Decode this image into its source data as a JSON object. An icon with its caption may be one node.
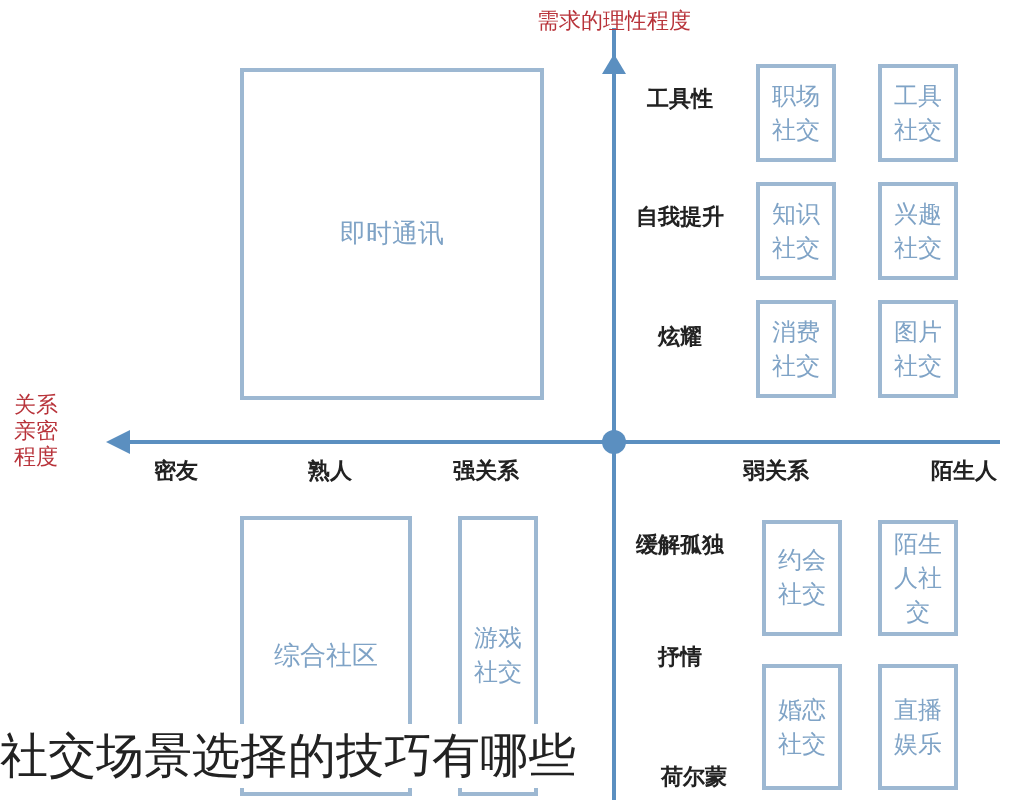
{
  "diagram": {
    "caption": "社交场景选择的技巧有哪些",
    "nodes": [
      {
        "text": [
          "即时通讯"
        ]
      },
      {
        "text": [
          "职场社交"
        ]
      },
      {
        "text": [
          "工具社交"
        ]
      },
      {
        "text": [
          "知识社交"
        ]
      },
      {
        "text": [
          "兴趣社交"
        ]
      },
      {
        "text": [
          "消费社交"
        ]
      },
      {
        "text": [
          "图片社交"
        ]
      },
      {
        "text": [
          "综合社区"
        ]
      },
      {
        "text": [
          "游戏社交"
        ]
      },
      {
        "text": [
          "约会社交"
        ]
      },
      {
        "text": [
          "陌生人社交"
        ]
      },
      {
        "text": [
          "婚恋社交"
        ]
      },
      {
        "text": [
          "直播娱乐"
        ]
      }
    ],
    "edges": [],
    "labels": [
      "需求的理性程度",
      "工具性",
      "自我提升",
      "炫耀",
      "关系亲密程度",
      "密友",
      "熟人",
      "强关系",
      "弱关系",
      "陌生人",
      "缓解孤独",
      "抒情",
      "荷尔蒙"
    ]
  }
}
